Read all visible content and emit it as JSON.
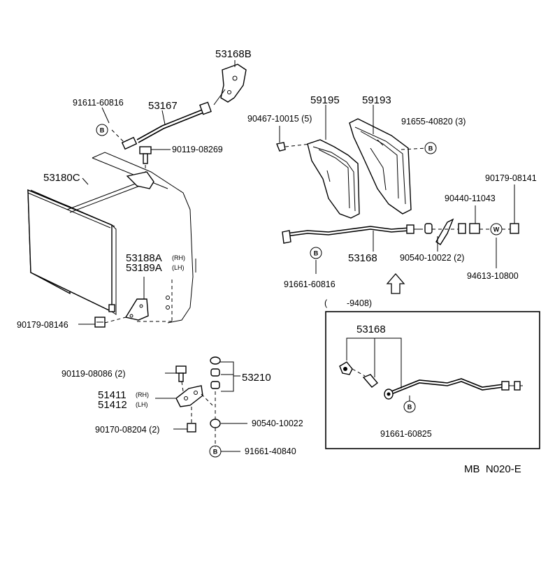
{
  "diagram_code": "MB  N020-E",
  "callouts": {
    "p53168B": "53168B",
    "p91611_60816": "91611-60816",
    "p53167": "53167",
    "p90119_08269": "90119-08269",
    "p53180C": "53180C",
    "p53188A": "53188A",
    "p53189A": "53189A",
    "rh": "(RH)",
    "lh": "(LH)",
    "p90179_08146": "90179-08146",
    "p59195": "59195",
    "p59193": "59193",
    "p90467_10015": "90467-10015 (5)",
    "p91655_40820": "91655-40820 (3)",
    "p90179_08141": "90179-08141",
    "p90440_11043": "90440-11043",
    "p53168_main": "53168",
    "p90540_10022_2": "90540-10022 (2)",
    "p91661_60816": "91661-60816",
    "p94613_10800": "94613-10800",
    "inset_range": "(        -9408)",
    "p53168_inset": "53168",
    "p91661_60825": "91661-60825",
    "p90119_08086": "90119-08086 (2)",
    "p53210": "53210",
    "p51411": "51411",
    "p51412": "51412",
    "p90170_08204": "90170-08204 (2)",
    "p90540_10022": "90540-10022",
    "p91661_40840": "91661-40840"
  },
  "symbols": {
    "b": "B",
    "w": "W"
  }
}
